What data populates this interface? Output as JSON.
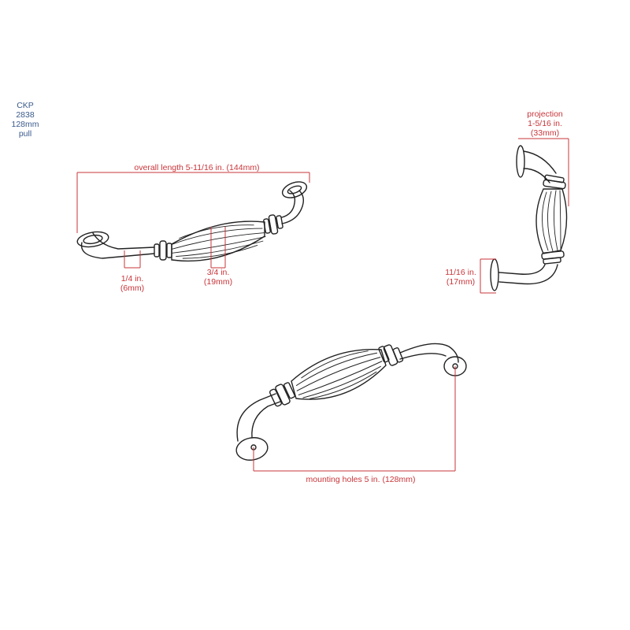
{
  "product": {
    "code_lines": [
      "CKP",
      "2838",
      "128mm",
      "pull"
    ]
  },
  "dimensions": {
    "overall_length": "overall length 5-11/16 in. (144mm)",
    "neck_width": {
      "in": "1/4 in.",
      "mm": "(6mm)"
    },
    "grip_width": {
      "in": "3/4 in.",
      "mm": "(19mm)"
    },
    "projection": {
      "title": "projection",
      "in": "1-5/16 in.",
      "mm": "(33mm)"
    },
    "base_height": {
      "in": "11/16 in.",
      "mm": "(17mm)"
    },
    "mounting_holes": "mounting holes 5 in. (128mm)"
  },
  "colors": {
    "dimension_line": "#c8353a",
    "label_blue": "#3a5a8c",
    "drawing_stroke": "#222222"
  }
}
